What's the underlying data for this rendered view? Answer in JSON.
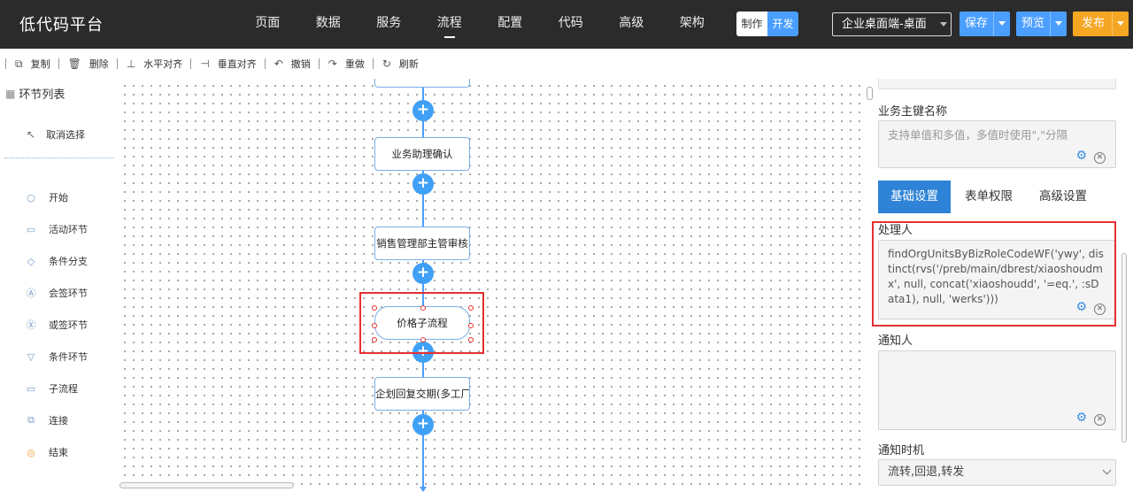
{
  "app": {
    "title": "低代码平台"
  },
  "nav": {
    "items": [
      "页面",
      "数据",
      "服务",
      "流程",
      "配置",
      "代码",
      "高级",
      "架构"
    ],
    "active": "流程"
  },
  "mode": {
    "make": "制作",
    "dev": "开发"
  },
  "env": {
    "value": "企业桌面端-桌面"
  },
  "actions": {
    "save": "保存",
    "preview": "预览",
    "publish": "发布"
  },
  "toolbar": {
    "items": [
      {
        "label": "复制",
        "icon": "copy-icon"
      },
      {
        "label": "删除",
        "icon": "trash-icon"
      },
      {
        "label": "水平对齐",
        "icon": "align-horizontal-icon"
      },
      {
        "label": "垂直对齐",
        "icon": "align-vertical-icon"
      },
      {
        "label": "撤销",
        "icon": "undo-icon"
      },
      {
        "label": "重做",
        "icon": "redo-icon"
      },
      {
        "label": "刷新",
        "icon": "refresh-icon"
      }
    ]
  },
  "palette": {
    "title": "环节列表",
    "cancel": "取消选择",
    "items": [
      {
        "label": "开始",
        "icon": "circle-icon"
      },
      {
        "label": "活动环节",
        "icon": "rectangle-icon"
      },
      {
        "label": "条件分支",
        "icon": "diamond-icon"
      },
      {
        "label": "会签环节",
        "icon": "countersign-icon"
      },
      {
        "label": "或签环节",
        "icon": "or-sign-icon"
      },
      {
        "label": "条件环节",
        "icon": "triangle-icon"
      },
      {
        "label": "子流程",
        "icon": "subprocess-icon"
      },
      {
        "label": "连接",
        "icon": "connect-icon"
      },
      {
        "label": "结束",
        "icon": "end-circle-icon"
      }
    ]
  },
  "flow": {
    "nodes": [
      "业务助理确认",
      "销售管理部主管审核",
      "价格子流程",
      "企划回复交期(多工厂)"
    ],
    "selected": "价格子流程"
  },
  "props": {
    "biz_key_label": "业务主键名称",
    "biz_key_placeholder": "支持单值和多值，多值时使用\",\"分隔",
    "tabs": [
      "基础设置",
      "表单权限",
      "高级设置"
    ],
    "active_tab": "基础设置",
    "handler_label": "处理人",
    "handler_value": "findOrgUnitsByBizRoleCodeWF('ywy', distinct(rvs('/preb/main/dbrest/xiaoshoudmx', null, concat('xiaoshoudd', '=eq.', :sData1),  null, 'werks')))",
    "notify_label": "通知人",
    "notify_value": "",
    "notify_time_label": "通知时机",
    "notify_time_value": "流转,回退,转发"
  },
  "colors": {
    "accent": "#4a9eff",
    "publish": "#f5a623",
    "highlight": "#e53030",
    "topbar": "#2b2b2b"
  }
}
